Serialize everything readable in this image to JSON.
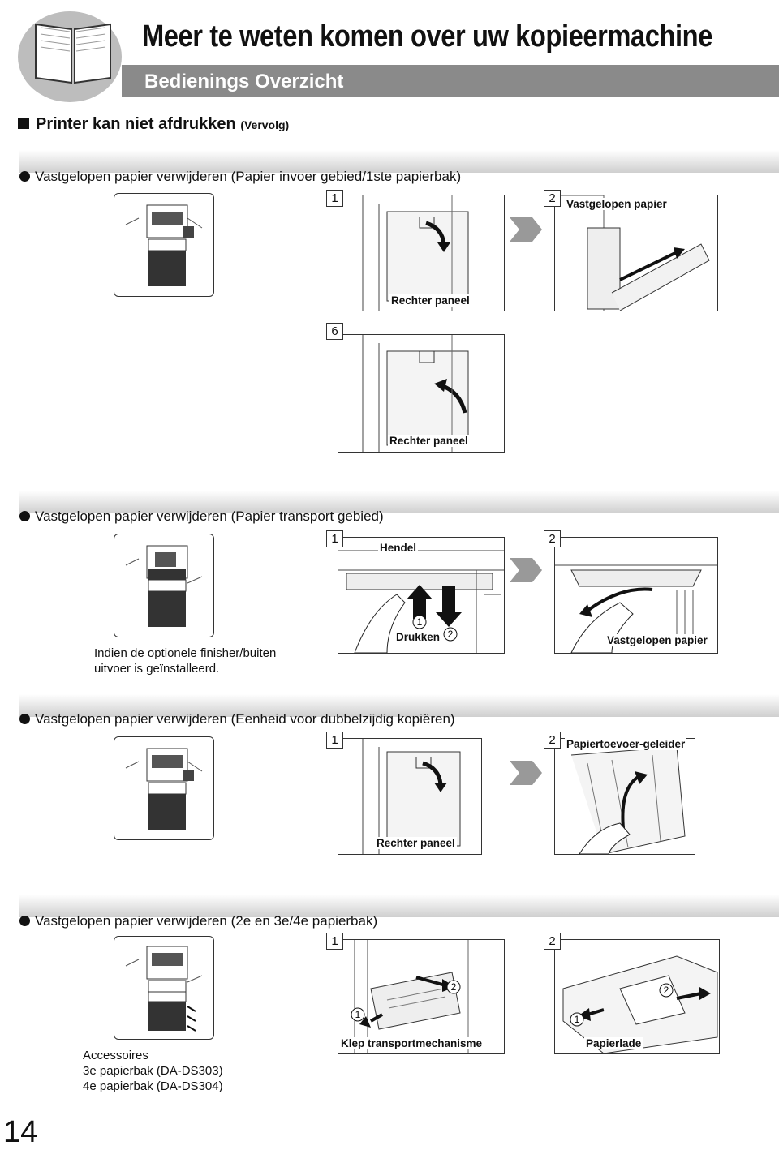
{
  "header": {
    "title": "Meer te weten komen over uw kopieermachine",
    "subtitle": "Bedienings Overzicht"
  },
  "section": {
    "title": "Printer kan niet afdrukken",
    "title_suffix": "(Vervolg)"
  },
  "blocks": [
    {
      "heading": "Vastgelopen papier verwijderen (Papier invoer gebied/1ste papierbak)",
      "step1": "1",
      "step2": "2",
      "step6": "6",
      "label_panel_1": "Rechter paneel",
      "label_jam": "Vastgelopen papier",
      "label_panel_6": "Rechter paneel"
    },
    {
      "heading": "Vastgelopen papier verwijderen (Papier transport gebied)",
      "step1": "1",
      "step2": "2",
      "label_lever": "Hendel",
      "label_press": "Drukken",
      "label_jam": "Vastgelopen papier",
      "note": "Indien de optionele finisher/buiten uitvoer is geïnstalleerd."
    },
    {
      "heading": "Vastgelopen papier verwijderen (Eenheid voor dubbelzijdig kopiëren)",
      "step1": "1",
      "step2": "2",
      "label_panel": "Rechter paneel",
      "label_guide": "Papiertoevoer-geleider"
    },
    {
      "heading": "Vastgelopen papier verwijderen (2e en 3e/4e papierbak)",
      "step1": "1",
      "step2": "2",
      "label_transport": "Klep transportmechanisme",
      "label_tray": "Papierlade",
      "accessories": [
        "Accessoires",
        "3e papierbak (DA-DS303)",
        "4e papierbak (DA-DS304)"
      ]
    }
  ],
  "page_number": "14"
}
